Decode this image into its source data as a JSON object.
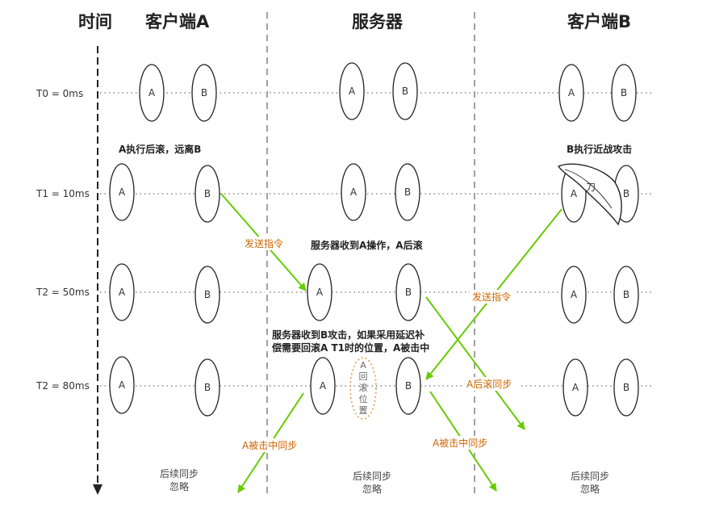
{
  "header": {
    "time": "时间",
    "client_a": "客户端A",
    "server": "服务器",
    "client_b": "客户端B"
  },
  "rows": [
    "T0 = 0ms",
    "T1 = 10ms",
    "T2 = 50ms",
    "T2 = 80ms"
  ],
  "player_labels": {
    "a": "A",
    "b": "B"
  },
  "notes": {
    "a_action": "A执行后滚，远离B",
    "b_action": "B执行近战攻击",
    "weapon": "刀",
    "server_receive_a": "服务器收到A操作，A后滚",
    "server_receive_b_line1": "服务器收到B攻击，如果采用延迟补",
    "server_receive_b_line2": "偿需要回滚A T1时的位置，A被击中",
    "rollback_chars": [
      "A",
      "回",
      "滚",
      "位",
      "置"
    ]
  },
  "arrows": {
    "send_cmd_a": "发送指令",
    "send_cmd_b": "发送指令",
    "sync_rollback": "A后滚同步",
    "sync_hit_a": "A被击中同步",
    "sync_hit_b": "A被击中同步"
  },
  "footer": {
    "a_line1": "后续同步",
    "a_line2": "忽略",
    "s_line1": "后续同步",
    "s_line2": "忽略",
    "b_line1": "后续同步",
    "b_line2": "忽略"
  },
  "colors": {
    "arrow": "#66cc00",
    "label": "#cc6600",
    "rollback_outline": "#e0a050"
  }
}
